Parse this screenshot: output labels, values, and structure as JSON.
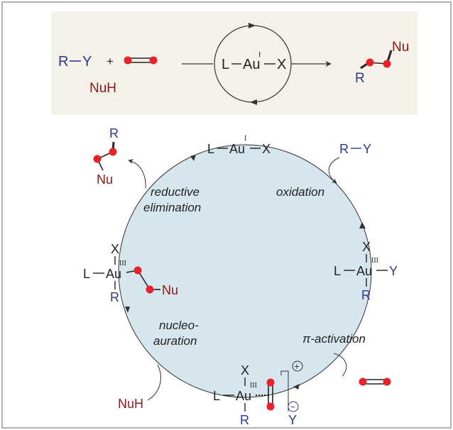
{
  "colors": {
    "frame_border": "#9a9a9a",
    "summary_panel_fill": "#f3f1e8",
    "cycle_fill": "#d6e6ee",
    "atom_red": "#e8222a",
    "text_black": "#222222",
    "text_blue": "#2b3a8c",
    "text_red": "#8b1a1a"
  },
  "summary": {
    "reagent_r": "R",
    "reagent_y": "Y",
    "plus": "+",
    "nuh": "NuH",
    "catalyst_l": "L",
    "catalyst_au": "Au",
    "catalyst_ox": "I",
    "catalyst_x": "X",
    "product_r": "R",
    "product_nu": "Nu"
  },
  "cycle": {
    "top_l": "L",
    "top_au": "Au",
    "top_ox": "I",
    "top_x": "X",
    "step_oxidation": "oxidation",
    "step_reductive_1": "reductive",
    "step_reductive_2": "elimination",
    "step_pi_activation": "π-activation",
    "step_nucleo_1": "nucleo-",
    "step_nucleo_2": "auration",
    "input_r": "R",
    "input_y": "Y",
    "input_nuh": "NuH",
    "product_r": "R",
    "product_nu": "Nu",
    "right_x": "X",
    "right_l": "L",
    "right_au": "Au",
    "right_ox": "III",
    "right_y": "Y",
    "right_r": "R",
    "left_x": "X",
    "left_l": "L",
    "left_au": "Au",
    "left_ox": "III",
    "left_r": "R",
    "left_nu": "Nu",
    "bottom_x": "X",
    "bottom_l": "L",
    "bottom_au": "Au",
    "bottom_ox": "III",
    "bottom_r": "R",
    "bottom_charge": "+",
    "bottom_anion_charge": "−",
    "bottom_anion": "Y"
  }
}
